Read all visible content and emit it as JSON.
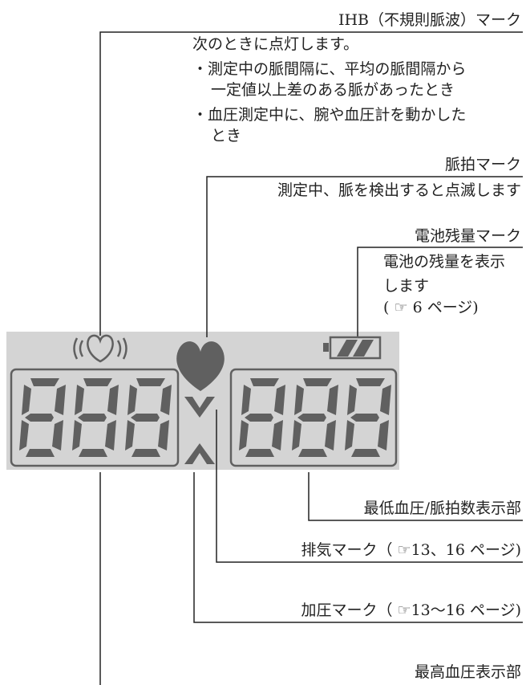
{
  "ihb": {
    "title": "IHB（不規則脈波）マーク",
    "intro": "次のときに点灯します。",
    "bullet1_line1": "・測定中の脈間隔に、平均の脈間隔から",
    "bullet1_line2": "一定値以上差のある脈があったとき",
    "bullet2_line1": "・血圧測定中に、腕や血圧計を動かした",
    "bullet2_line2": "とき"
  },
  "pulse": {
    "title": "脈拍マーク",
    "desc": "測定中、脈を検出すると点滅します"
  },
  "battery": {
    "title": "電池残量マーク",
    "line1": "電池の残量を表示",
    "line2": "します",
    "ref_open": "(",
    "ref_icon": "pointing-hand-icon",
    "ref_text": "6 ページ)"
  },
  "lcd": {
    "background_color": "#d4d4d4",
    "segment_color": "#606060",
    "left_digits": "888",
    "right_digits": "888"
  },
  "lower_bp": {
    "title": "最低血圧/脈拍数表示部"
  },
  "exhaust": {
    "title": "排気マーク（",
    "ref_text": "13、16 ページ)"
  },
  "pressure": {
    "title": "加圧マーク（",
    "ref_text": "13〜16 ページ)"
  },
  "upper_bp": {
    "title": "最高血圧表示部"
  }
}
